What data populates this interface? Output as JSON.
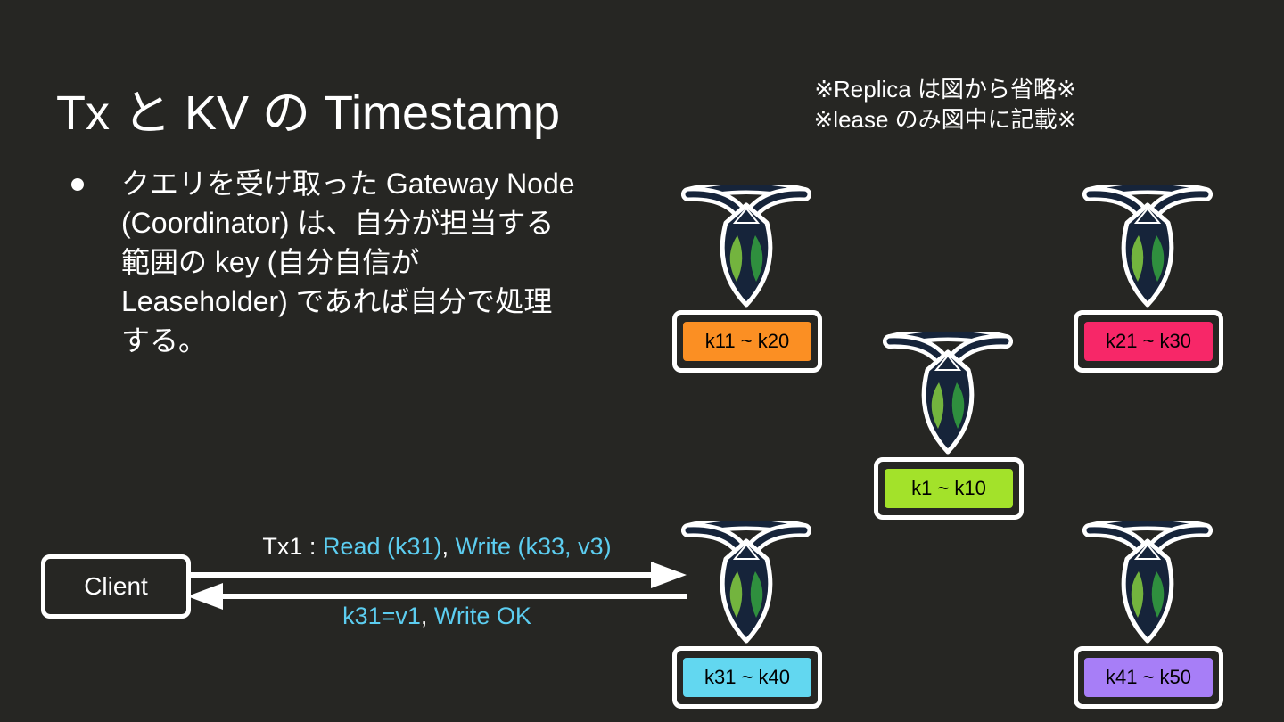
{
  "slide": {
    "title": "Tx と KV の Timestamp",
    "note": [
      "※Replica は図から省略※",
      "※lease のみ図中に記載※"
    ],
    "bullet_lines": [
      "クエリを受け取った Gateway Node",
      "(Coordinator) は、自分が担当する",
      "範囲の key (自分自信が",
      "Leaseholder) であれば自分で処理",
      "する。"
    ]
  },
  "nodes": [
    {
      "range": "k11 ~ k20",
      "color": "#fb8f23"
    },
    {
      "range": "k21 ~ k30",
      "color": "#f72768"
    },
    {
      "range": "k1 ~ k10",
      "color": "#a3e22a"
    },
    {
      "range": "k31 ~ k40",
      "color": "#62d7f0"
    },
    {
      "range": "k41 ~ k50",
      "color": "#a77ef7"
    }
  ],
  "client": {
    "label": "Client"
  },
  "request": {
    "prefix": "Tx1 : ",
    "read": "Read (k31)",
    "sep": ", ",
    "write": "Write (k33, v3)"
  },
  "response": {
    "value": "k31=v1",
    "sep": ", ",
    "ok": "Write OK"
  },
  "colors": {
    "background": "#262623",
    "accent": "#5ccdf0",
    "logo_navy": "#16243a",
    "logo_green_light": "#73b43e",
    "logo_green_dark": "#2f8f3e"
  }
}
